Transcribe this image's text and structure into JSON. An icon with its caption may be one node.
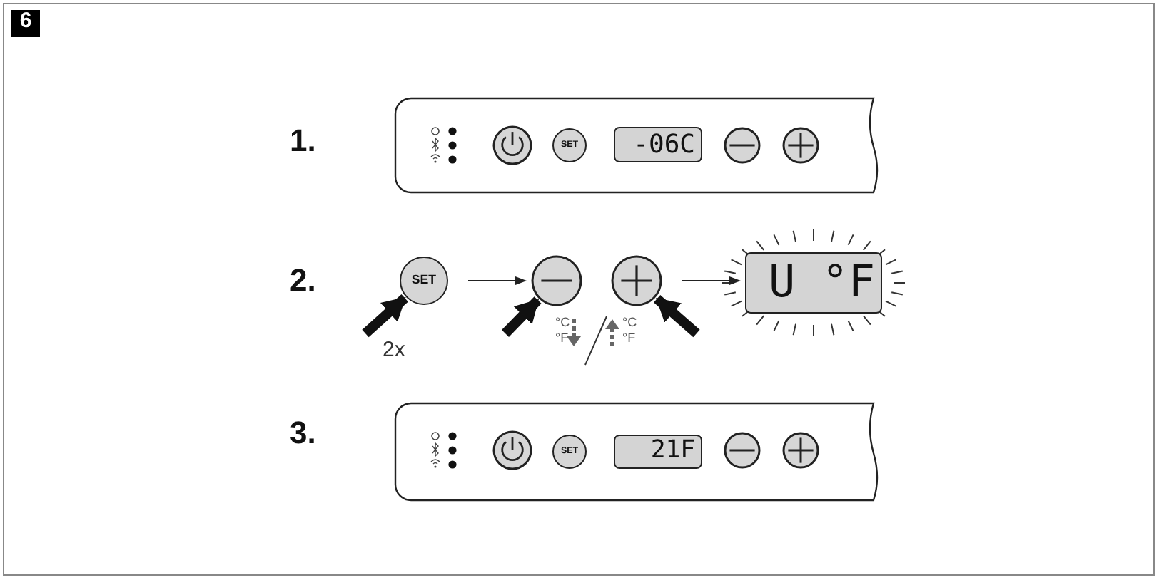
{
  "diagram": {
    "nodes": [
      {
        "text": [],
        "shape": "box"
      },
      {
        "text": [
          "SET"
        ],
        "in": 0
      },
      {
        "text": [
          "-06C"
        ],
        "in": 0
      },
      {
        "text": [
          "SET"
        ]
      },
      {
        "text": [],
        "shape": "circle"
      },
      {
        "text": [],
        "shape": "circle"
      },
      {
        "text": [
          "U °F"
        ]
      },
      {
        "text": [],
        "shape": "box"
      },
      {
        "text": [
          "SET"
        ],
        "in": 7
      },
      {
        "text": [
          "21F"
        ],
        "in": 7
      }
    ],
    "edges": [
      {
        "from": null,
        "to": 3,
        "arrow": "to"
      },
      {
        "from": null,
        "to": 4,
        "arrow": "to"
      },
      {
        "from": null,
        "to": 5,
        "arrow": "to"
      },
      {
        "from": 3,
        "to": 4,
        "arrow": "to"
      },
      {
        "from": 5,
        "to": 6,
        "arrow": "to"
      }
    ],
    "labels": [
      "6",
      "1.",
      "2.",
      "2x",
      "°C",
      "°F",
      "°C",
      "°F",
      "3."
    ]
  }
}
